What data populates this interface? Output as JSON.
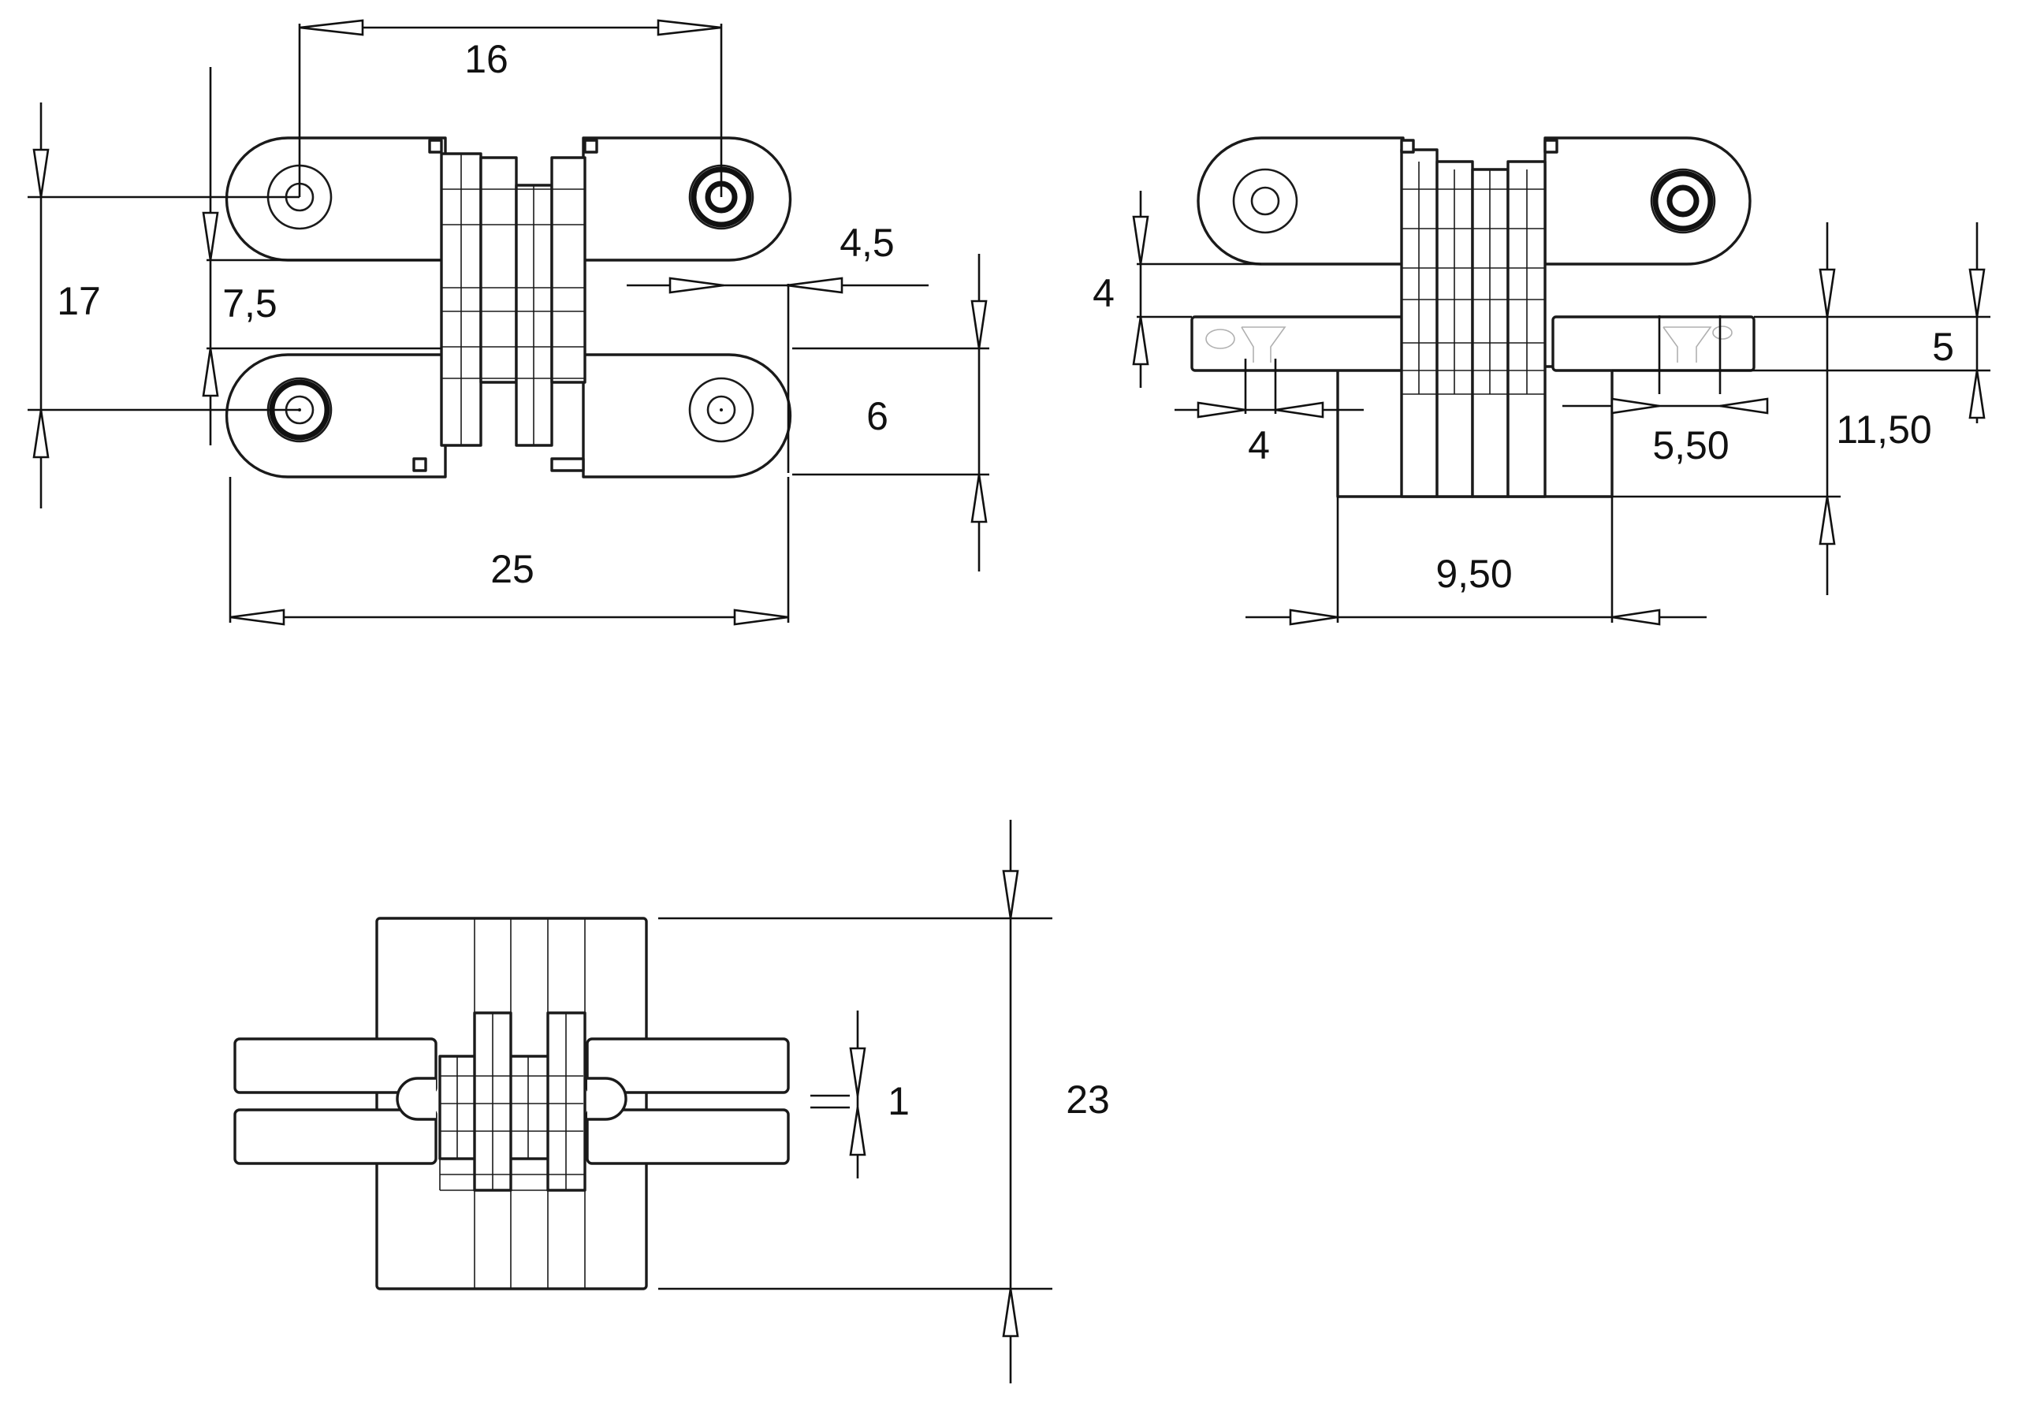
{
  "dimensions": {
    "front_top_centers": "16",
    "front_height": "17",
    "front_gap": "7,5",
    "front_pin_offset": "4,5",
    "front_leaf_half": "6",
    "front_width": "25",
    "side_top_offset": "4",
    "side_base_height": "5",
    "side_small_left": "4",
    "side_small_right": "5,50",
    "side_total_height": "11,50",
    "side_body_width": "9,50",
    "bottom_gap": "1",
    "bottom_height": "23"
  }
}
